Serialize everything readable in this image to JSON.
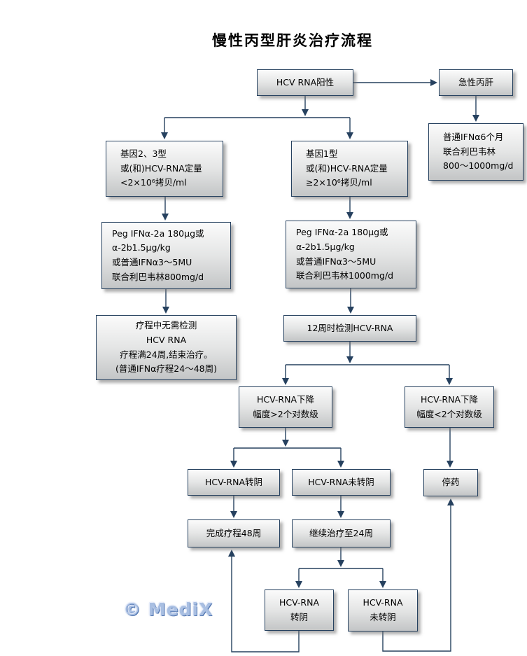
{
  "title": "慢性丙型肝炎治疗流程",
  "watermark": "© MediX",
  "nodes": {
    "hcv_rna_positive": {
      "label": "HCV RNA阳性"
    },
    "acute_hepatitis": {
      "label": "急性丙肝"
    },
    "acute_treatment": {
      "lines": [
        "普通IFNα6个月",
        "联合利巴韦林",
        "800～1000mg/d"
      ]
    },
    "genotype_2_3": {
      "lines": [
        "基因2、3型",
        "或(和)HCV-RNA定量",
        "<2×10⁶拷贝/ml"
      ]
    },
    "genotype_1": {
      "lines": [
        "基因1型",
        "或(和)HCV-RNA定量",
        "≥2×10⁶拷贝/ml"
      ]
    },
    "peg_800": {
      "lines": [
        "Peg IFNα-2a 180μg或",
        "α-2b1.5μg/kg",
        "或普通IFNα3～5MU",
        "联合利巴韦林800mg/d"
      ]
    },
    "peg_1000": {
      "lines": [
        "Peg IFNα-2a 180μg或",
        "α-2b1.5μg/kg",
        "或普通IFNα3～5MU",
        "联合利巴韦林1000mg/d"
      ]
    },
    "no_test_needed": {
      "lines": [
        "疗程中无需检测",
        "HCV RNA",
        "疗程满24周,结束治疗。",
        "(普通IFNα疗程24～48周)"
      ]
    },
    "test_12w": {
      "label": "12周时检测HCV-RNA"
    },
    "drop_gt2": {
      "lines": [
        "HCV-RNA下降",
        "幅度>2个对数级"
      ]
    },
    "drop_lt2": {
      "lines": [
        "HCV-RNA下降",
        "幅度<2个对数级"
      ]
    },
    "rna_negative": {
      "label": "HCV-RNA转阴"
    },
    "rna_not_negative": {
      "label": "HCV-RNA未转阴"
    },
    "stop_drug": {
      "label": "停药"
    },
    "complete_48w": {
      "label": "完成疗程48周"
    },
    "continue_24w": {
      "label": "继续治疗至24周"
    },
    "rna_negative_2": {
      "lines": [
        "HCV-RNA",
        "转阴"
      ]
    },
    "rna_not_negative_2": {
      "lines": [
        "HCV-RNA",
        "未转阴"
      ]
    }
  }
}
